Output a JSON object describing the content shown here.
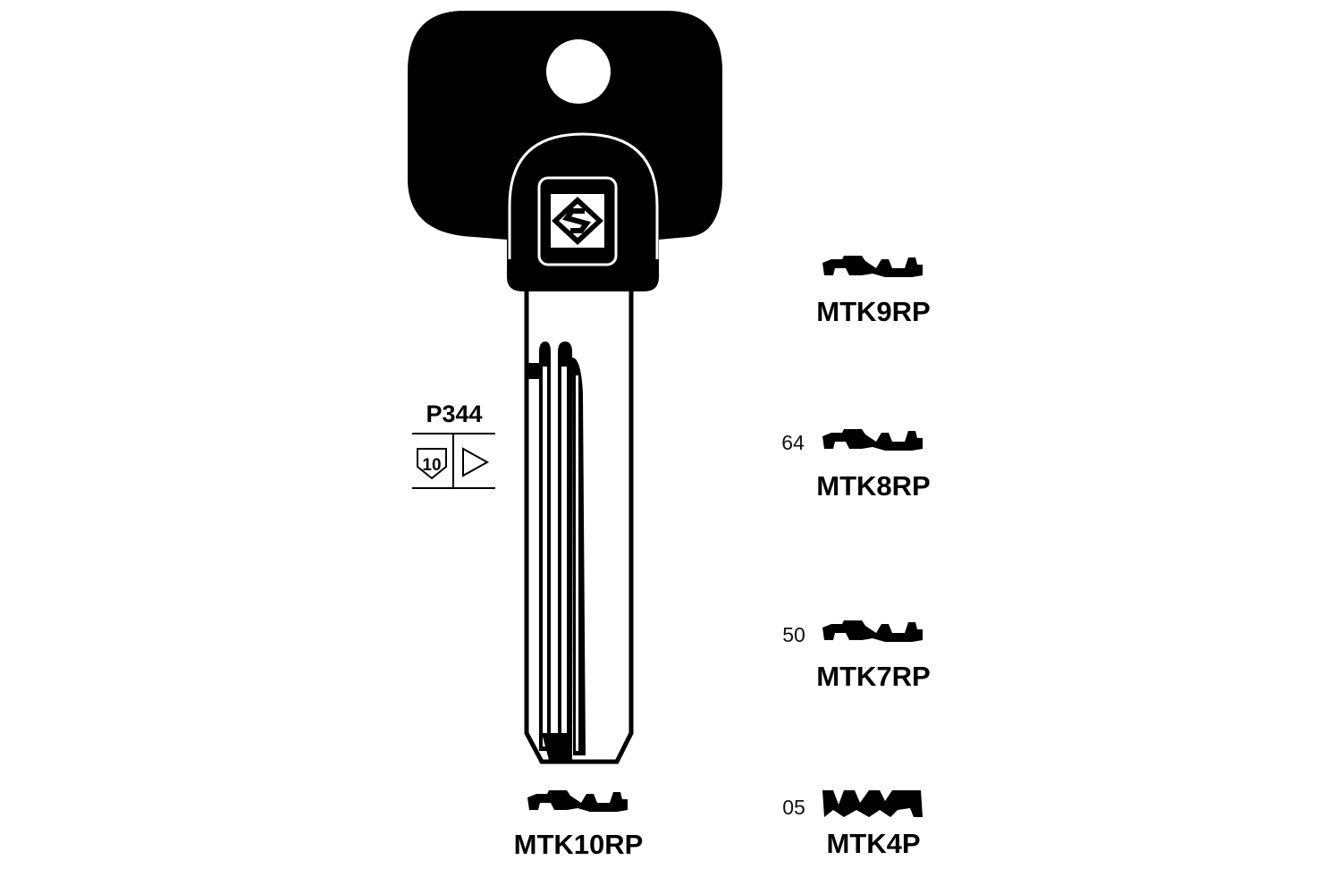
{
  "blank_code": "P344",
  "blank_symbol_number": "10",
  "main_profile": {
    "label": "MTK10RP"
  },
  "profiles": [
    {
      "label": "MTK9RP",
      "number": ""
    },
    {
      "label": "MTK8RP",
      "number": "64"
    },
    {
      "label": "MTK7RP",
      "number": "50"
    },
    {
      "label": "MTK4P",
      "number": "05"
    }
  ],
  "colors": {
    "ink": "#000000",
    "paper": "#ffffff"
  }
}
